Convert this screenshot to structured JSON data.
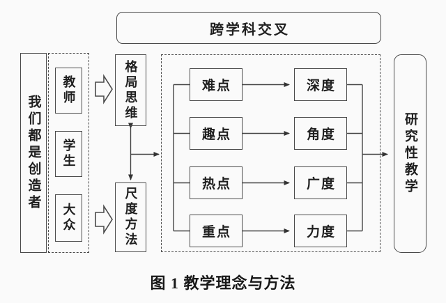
{
  "figure": {
    "top_banner": {
      "label": "跨学科交叉"
    },
    "creators": {
      "label": "我们都是创造者"
    },
    "roles": [
      {
        "label": "教师"
      },
      {
        "label": "学生"
      },
      {
        "label": "大众"
      }
    ],
    "methods": {
      "pattern_thinking": "格局思维",
      "scale_method": "尺度方法"
    },
    "matrix": {
      "rows": [
        {
          "point": "难点",
          "dimension": "深度"
        },
        {
          "point": "趣点",
          "dimension": "角度"
        },
        {
          "point": "热点",
          "dimension": "广度"
        },
        {
          "point": "重点",
          "dimension": "力度"
        }
      ]
    },
    "outcome": {
      "label": "研究性教学"
    },
    "caption": "图 1  教学理念与方法",
    "colors": {
      "line": "#454545",
      "text": "#1f1f1f",
      "background": "#fafafa"
    }
  }
}
